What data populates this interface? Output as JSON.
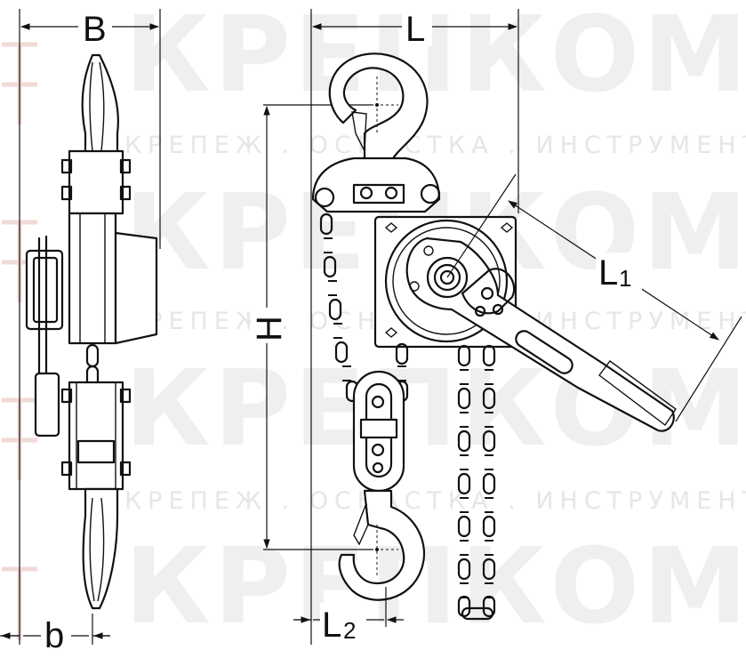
{
  "watermark": {
    "brand": "КРЕПКОМ",
    "tagline": "КРЕПЕЖ . ОСНАСТКА . ИНСТРУМЕНТ",
    "accent_color": "#c0392b"
  },
  "dimensions": {
    "B": "B",
    "b": "b",
    "L": "L",
    "H": "H",
    "L1_main": "L",
    "L1_sub": "1",
    "L2_main": "L",
    "L2_sub": "2"
  },
  "colors": {
    "line": "#111111",
    "watermark": "#efefef"
  }
}
